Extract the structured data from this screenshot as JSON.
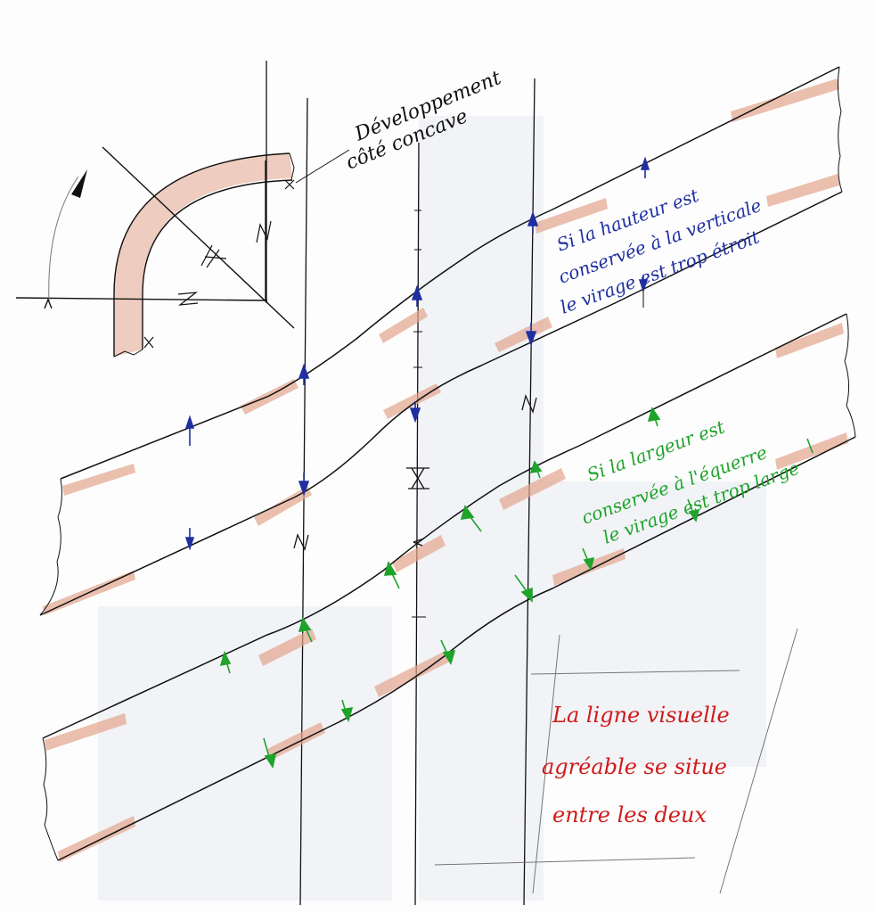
{
  "annotations": {
    "developpement": {
      "line1": "Développement",
      "line2": "côté concave"
    },
    "hauteur_note": {
      "line1": "Si la hauteur est",
      "line2": "conservée à la verticale",
      "line3": "le virage est trop étroit"
    },
    "largeur_note": {
      "line1": "Si la largeur est",
      "line2": "conservée à l'équerre",
      "line3": "le virage est trop large"
    },
    "conclusion_note": {
      "line1": "La ligne visuelle",
      "line2": "agréable se situe",
      "line3": "entre les deux"
    }
  },
  "colors": {
    "ink": "#111111",
    "blue": "#1f2fa0",
    "green": "#1fa32a",
    "red": "#d11a1a",
    "shading": "#e2a48c"
  }
}
